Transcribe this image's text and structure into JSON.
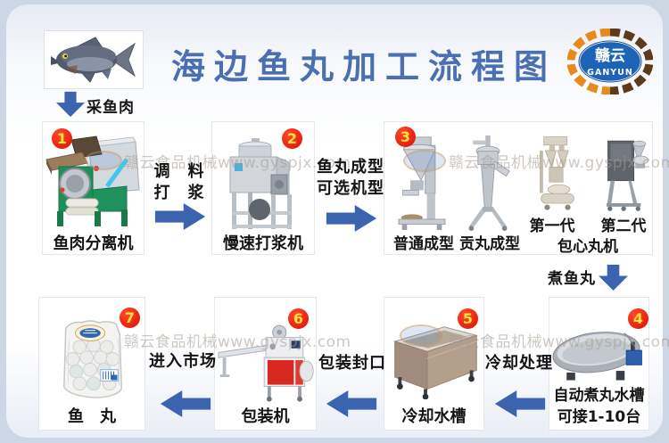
{
  "header": {
    "title": "海边鱼丸加工流程图",
    "logo": {
      "cn": "赣云",
      "en": "GANYUN"
    }
  },
  "watermark": {
    "text": "赣云食品机械www.gyspjx.com"
  },
  "colors": {
    "accent_blue": "#3c63ae",
    "title_blue": "#4a70b2",
    "badge_red": "#dd0c00",
    "badge_number_yellow": "#ffe13b"
  },
  "flow": {
    "steps": [
      {
        "num": "1",
        "label": "鱼肉分离机"
      },
      {
        "num": "2",
        "label": "慢速打浆机"
      },
      {
        "num": "3",
        "machines": [
          "普通成型",
          "贡丸成型",
          "第一代",
          "第二代"
        ],
        "group_label": "包心丸机"
      },
      {
        "num": "4",
        "label1": "自动煮丸水槽",
        "label2": "可接1-10台"
      },
      {
        "num": "5",
        "label": "冷却水槽"
      },
      {
        "num": "6",
        "label": "包装机"
      },
      {
        "num": "7",
        "label": "鱼　丸"
      }
    ],
    "connectors": {
      "source": {
        "label": "采鱼肉"
      },
      "c1": {
        "line1": "调　料",
        "line2": "打　浆"
      },
      "c2": {
        "line1": "鱼丸成型",
        "line2": "可选机型"
      },
      "c3": {
        "label": "煮鱼丸"
      },
      "c4": {
        "label": "冷却处理"
      },
      "c5": {
        "label": "包装封口"
      },
      "c6": {
        "label": "进入市场"
      }
    }
  }
}
